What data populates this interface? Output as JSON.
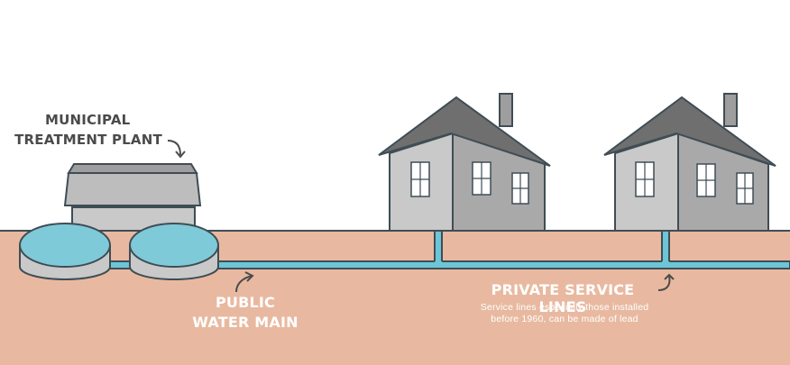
{
  "labels": {
    "plant_line1": "MUNICIPAL",
    "plant_line2": "TREATMENT PLANT",
    "main_line1": "PUBLIC",
    "main_line2": "WATER MAIN",
    "service_title": "PRIVATE SERVICE LINES",
    "service_note_line1": "Service lines  especially those installed",
    "service_note_line2": "before 1960, can be made of lead"
  },
  "colors": {
    "ground": "#e8b9a0",
    "pipe": "#6cc6d6",
    "pipe_outline": "#3f4d55",
    "tank_water": "#7fcad8",
    "building_light": "#c9c9c9",
    "building_dark": "#a9a9a9",
    "roof": "#6f6f6f",
    "label_dark": "#4b4b4b",
    "label_white": "#ffffff"
  }
}
